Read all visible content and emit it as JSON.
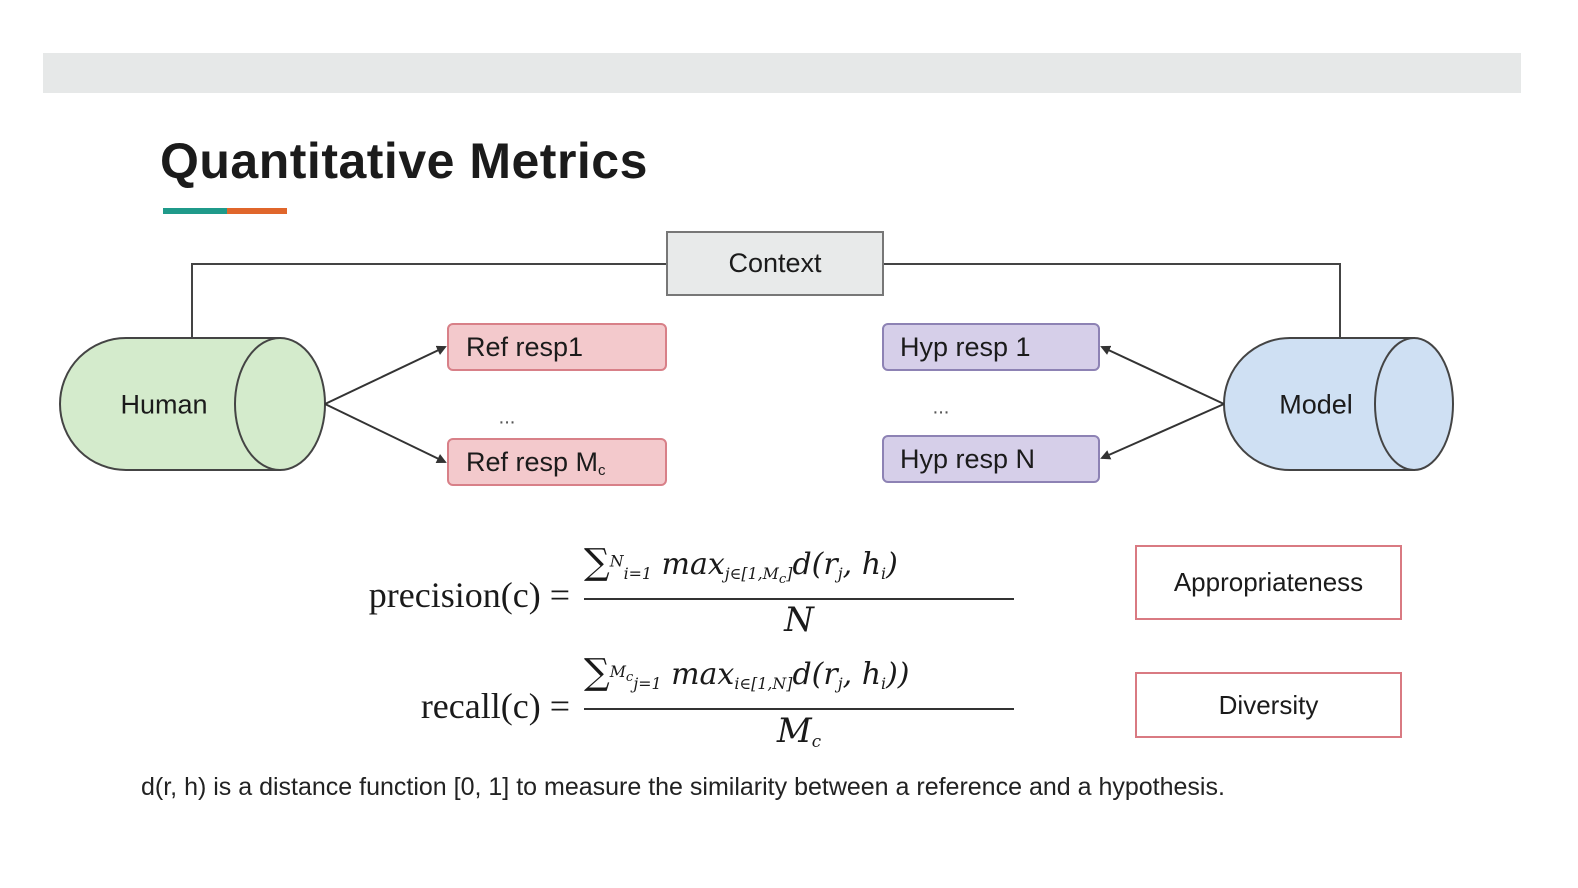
{
  "slide": {
    "title": "Quantitative Metrics",
    "accent_colors": [
      "#1f9a8a",
      "#e0662b"
    ]
  },
  "diagram": {
    "context_label": "Context",
    "human_label": "Human",
    "model_label": "Model",
    "ref_resp_1": "Ref resp1",
    "ref_resp_last": "Ref resp M",
    "ref_resp_last_sub": "c",
    "hyp_resp_1": "Hyp resp 1",
    "hyp_resp_last": "Hyp resp N",
    "ellipsis_left": "...",
    "ellipsis_right": "...",
    "colors": {
      "human": "#d4ebcc",
      "model": "#cfe0f3",
      "ref": "#f3c9cc",
      "hyp": "#d6cfe9",
      "context": "#e8eaea"
    }
  },
  "formulas": {
    "precision_lhs": "precision(c) =",
    "precision_numerator": "∑_{i=1}^{N} max_{j∈[1,M_c]} d(r_j, h_i)",
    "precision_denominator": "N",
    "recall_lhs": "recall(c) =",
    "recall_numerator": "∑_{j=1}^{M_c} max_{i∈[1,N]} d(r_j, h_i))",
    "recall_denominator": "M_c"
  },
  "metric_labels": {
    "precision": "Appropriateness",
    "recall": "Diversity"
  },
  "footnote": "d(r, h) is a distance function [0, 1] to measure the similarity between a reference and a hypothesis."
}
